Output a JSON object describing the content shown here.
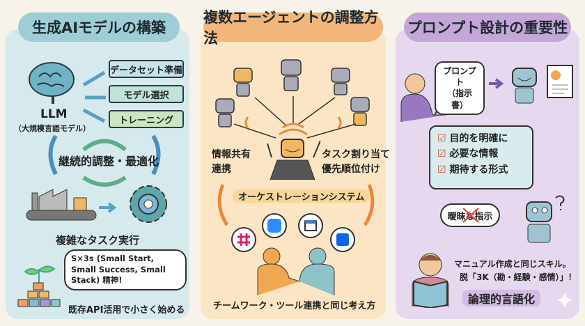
{
  "panels": [
    {
      "title": "生成AIモデルの構築",
      "colors": {
        "bg": "#d6eaee",
        "title": "#9fcdd6"
      },
      "steps": [
        "データセット準備",
        "モデル選択",
        "トレーニング"
      ],
      "model_label": "LLM",
      "model_sub": "（大規模言語モデル）",
      "loop_label": "継続的調整・最適化",
      "task_label": "複雑なタスク実行",
      "speech": "S×3s (Small Start, Small Success, Small Stack) 精神!",
      "footer": "既存API活用で小さく始める",
      "icons": [
        "brain-icon",
        "factory-icon",
        "gear-icon",
        "sprout-icon",
        "blocks-icon"
      ]
    },
    {
      "title": "複数エージェントの調整方法",
      "colors": {
        "bg": "#fbe5c4",
        "title": "#f2b67a"
      },
      "left_label": [
        "情報共有",
        "連携"
      ],
      "right_label": [
        "タスク割り当て",
        "優先順位付け"
      ],
      "system_label": "オーケストレーションシステム",
      "footer": "チームワーク・ツール連携と同じ考え方",
      "icons": [
        "robot-icon",
        "conductor-robot-icon",
        "slack-icon",
        "zoom-icon",
        "calendar-icon",
        "trello-icon",
        "handshake-icon"
      ]
    },
    {
      "title": "プロンプト設計の重要性",
      "colors": {
        "bg": "#e6d8ee",
        "title": "#c4a6d8"
      },
      "prompt_bubble": [
        "プロンプト",
        "（指示書）"
      ],
      "checklist": [
        "目的を明確に",
        "必要な情報",
        "期待する形式"
      ],
      "vague": "曖昧な指示",
      "note": [
        "マニュアル作成と同じスキル。",
        "脱「3K（勘・経験・感情）」！"
      ],
      "footer": "論理的言語化",
      "icons": [
        "person-laptop-icon",
        "robot-icon",
        "document-icon",
        "confused-robot-icon",
        "reading-boy-icon"
      ]
    }
  ]
}
